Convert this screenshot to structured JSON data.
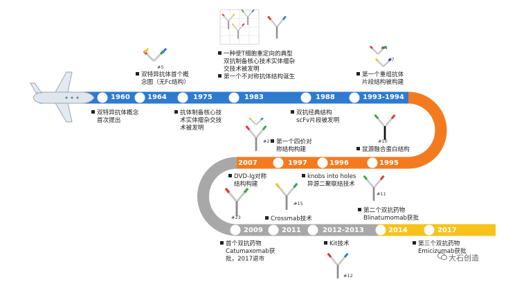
{
  "milestones": [
    {
      "year": "1960",
      "lines": [
        "双特异抗体概念",
        "首次提出"
      ]
    },
    {
      "year": "1964",
      "lines": [
        "双特异抗体首个概",
        "念图（无Fc结构）"
      ],
      "ref": "#5"
    },
    {
      "year": "1975",
      "lines": [
        "抗体制备核心技",
        "术实体瘤杂交技",
        "术被发明"
      ]
    },
    {
      "year": "1983",
      "lines": [
        "一种使T细胞重定向的典型",
        "双抗制备核心技术实体瘤杂",
        "交技术被发明",
        "第一个不对称抗体结构诞生"
      ]
    },
    {
      "year": "1988",
      "lines": [
        "双抗经典结构",
        "scFv片段被发明"
      ]
    },
    {
      "year": "1993-1994",
      "lines": [
        "第一个重组抗体",
        "片段结构被构建"
      ],
      "refs": [
        "#4",
        "#7"
      ]
    },
    {
      "year": "1995",
      "lines": [
        "鼠源融合蛋白结构"
      ],
      "ref": "#10"
    },
    {
      "year": "1996",
      "lines": [
        "knobs into holes",
        "异源二聚联结技术"
      ],
      "ref": "#11"
    },
    {
      "year": "1997",
      "lines": [
        "第一个四价对",
        "称结构构建"
      ],
      "ref": "#21"
    },
    {
      "year": "2007",
      "lines": [
        "DVD-Ig对称",
        "结构构建"
      ],
      "ref": "#23"
    },
    {
      "year": "2009",
      "lines": [
        "首个双抗药物",
        "Catumaxomab获",
        "批，2017退市"
      ]
    },
    {
      "year": "2011",
      "lines": [
        "Crossmab技术"
      ],
      "ref": "#15"
    },
    {
      "year": "2012-2013",
      "lines": [
        "Kit技术"
      ],
      "ref": "#12"
    },
    {
      "year": "2014",
      "lines": [
        "第二个双抗药物",
        "Blinatumomab获批"
      ]
    },
    {
      "year": "2017",
      "lines": [
        "第三个双抗药物",
        "Emicizumab获批"
      ]
    }
  ],
  "watermark": "大石创造",
  "colors": {
    "blue": "#2e7bcf",
    "orange": "#f47a1f",
    "gray": "#a8a8a8",
    "yellow": "#f7c21a",
    "heavy": "#8c8c8c",
    "light": "#c8c8c8",
    "red": "#e03a2f",
    "green": "#39a845",
    "yellowArm": "#f2c12e",
    "blueArm": "#2e7bcf",
    "black": "#111111"
  }
}
